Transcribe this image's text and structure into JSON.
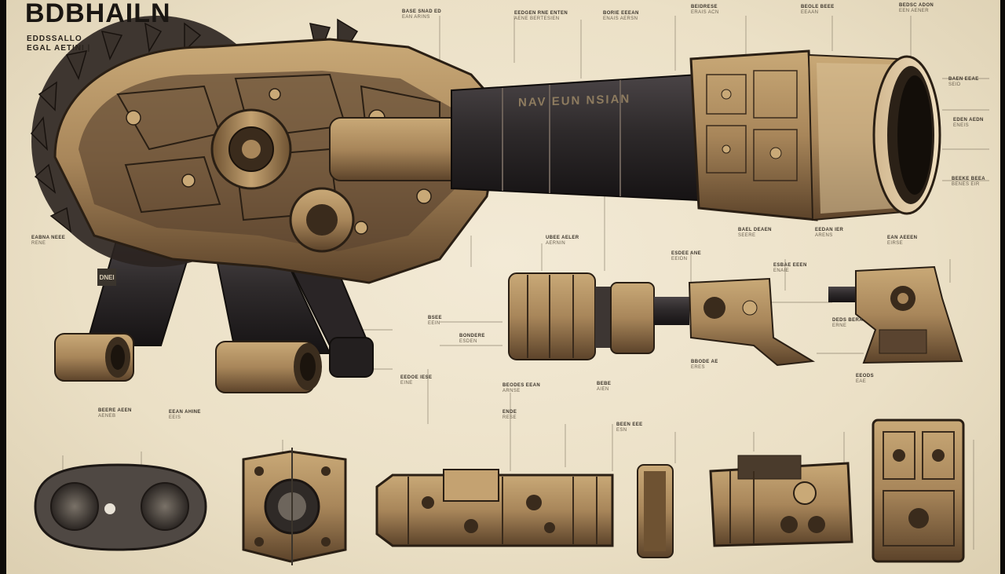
{
  "sheet": {
    "title": "BDBHAILN",
    "subtitle_lines": [
      "EDDSSALLO",
      "EGAL AETINI |"
    ],
    "badge": "DNEI",
    "barrel_inscription": "NAV EUN NSIAN",
    "colors": {
      "paper": "#efe5cf",
      "ink": "#1a1612",
      "brass": "#a8865a",
      "brass_dark": "#6e5232",
      "iron": "#2f2b2c",
      "leader_line": "#8f8470"
    }
  },
  "annotations": [
    {
      "title": "BASE SNAD ED",
      "sub": "EAN ARINS"
    },
    {
      "title": "EEDGEN RNE ENTEN",
      "sub": "AENE BERTESIEN"
    },
    {
      "title": "BORIE EEEAN",
      "sub": "ENAIS AERSN"
    },
    {
      "title": "BEIDRESE",
      "sub": "ERAIS ACN"
    },
    {
      "title": "BEOLE BEEE",
      "sub": "EEAAN"
    },
    {
      "title": "BEDSC ADON",
      "sub": "EEN AENER"
    },
    {
      "title": "BAEN EEAE",
      "sub": "SEID"
    },
    {
      "title": "EDEN AEDN",
      "sub": "ENEIS"
    },
    {
      "title": "BEEKE BEEA",
      "sub": "BENES EIR"
    },
    {
      "title": "EEDAN IER",
      "sub": "ARENS"
    },
    {
      "title": "EAN AEEEN",
      "sub": "EIRSE"
    },
    {
      "title": "BAEL DEAEN",
      "sub": "SEERE"
    },
    {
      "title": "UBEE AELER",
      "sub": "AERNIN"
    },
    {
      "title": "ESDEE ANE",
      "sub": "EEIDN"
    },
    {
      "title": "ESBAE EEEN",
      "sub": "ENAIE"
    },
    {
      "title": "EABNA NEEE",
      "sub": "RENE"
    },
    {
      "title": "BEERE AEEN",
      "sub": "AENEB"
    },
    {
      "title": "EEAN AHINE",
      "sub": "EEIS"
    },
    {
      "title": "BSEE",
      "sub": "EEIN"
    },
    {
      "title": "BONDERE",
      "sub": "ESDEN"
    },
    {
      "title": "DEDS BERA",
      "sub": "ERNE"
    },
    {
      "title": "BBODE AE",
      "sub": "ERES"
    },
    {
      "title": "EEDOE IESE",
      "sub": "EINE"
    },
    {
      "title": "BEODES EEAN",
      "sub": "ARNSE"
    },
    {
      "title": "BEBE",
      "sub": "AIEN"
    },
    {
      "title": "EEODS",
      "sub": "EAE"
    },
    {
      "title": "ENDE",
      "sub": "RESE"
    },
    {
      "title": "BEEN EEE",
      "sub": "ESN"
    }
  ]
}
